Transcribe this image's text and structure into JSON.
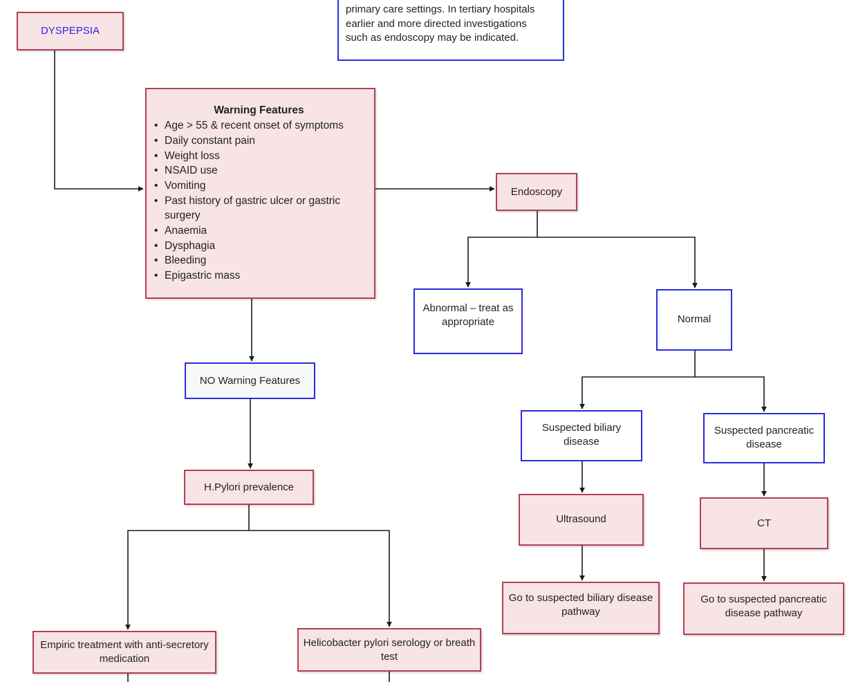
{
  "note": {
    "lines": [
      "primary care settings. In tertiary hospitals",
      "earlier and more directed investigations",
      "such as endoscopy may be indicated."
    ]
  },
  "nodes": {
    "dyspepsia": "DYSPEPSIA",
    "endoscopy": "Endoscopy",
    "abnormal": "Abnormal – treat as appropriate",
    "normal": "Normal",
    "no_warning": "NO Warning Features",
    "biliary": "Suspected biliary disease",
    "pancreatic": "Suspected pancreatic disease",
    "h_pylori": "H.Pylori prevalence",
    "ultrasound": "Ultrasound",
    "ct": "CT",
    "biliary_pathway": "Go to suspected biliary disease pathway",
    "pancreatic_pathway": "Go to suspected pancreatic disease pathway",
    "empiric": "Empiric treatment with anti-secretory medication",
    "serology": "Helicobacter pylori serology or breath test"
  },
  "warning": {
    "title": "Warning Features",
    "items": [
      "Age > 55 & recent onset of symptoms",
      "Daily constant pain",
      "Weight loss",
      "NSAID use",
      "Vomiting",
      "Past history of gastric ulcer or gastric surgery",
      "Anaemia",
      "Dysphagia",
      "Bleeding",
      "Epigastric mass"
    ]
  },
  "colors": {
    "pink_fill": "#f8e4e6",
    "pink_border": "#b04050",
    "blue_border": "#2a2ae0",
    "connector": "#1a1a1a"
  }
}
